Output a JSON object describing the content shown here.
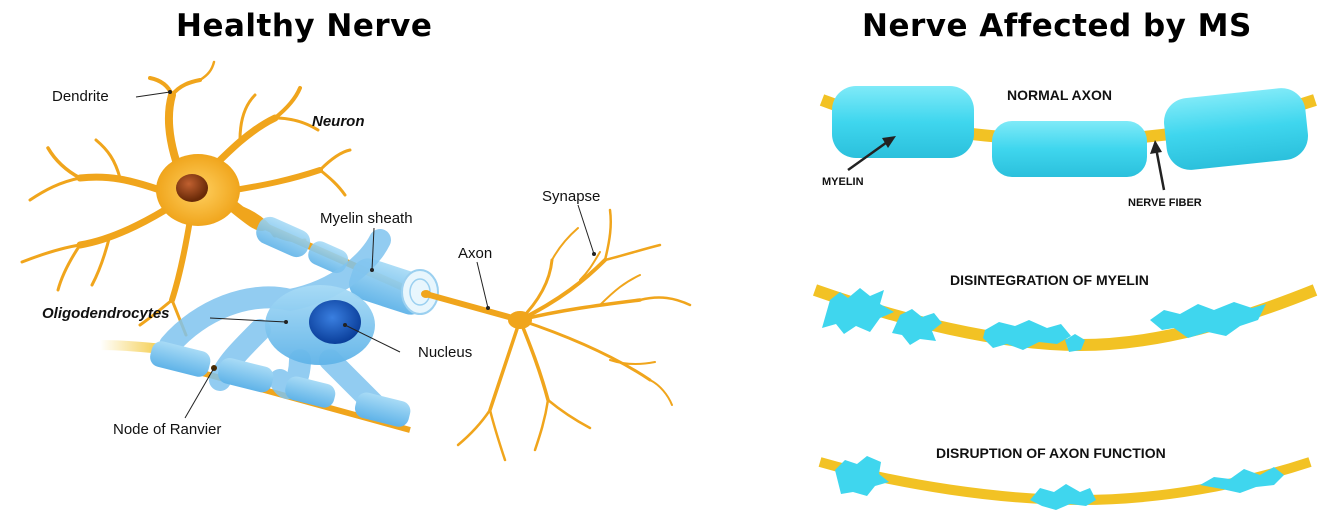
{
  "left_panel": {
    "title": "Healthy  Nerve",
    "labels": {
      "dendrite": "Dendrite",
      "neuron": "Neuron",
      "myelin_sheath": "Myelin sheath",
      "synapse": "Synapse",
      "axon": "Axon",
      "oligodendrocytes": "Oligodendrocytes",
      "nucleus": "Nucleus",
      "node_of_ranvier": "Node of Ranvier"
    }
  },
  "right_panel": {
    "title": "Nerve Affected by MS",
    "normal_axon": {
      "caption": "NORMAL AXON",
      "myelin_label": "MYELIN",
      "nerve_fiber_label": "NERVE FIBER"
    },
    "disintegration": {
      "caption": "DISINTEGRATION OF MYELIN"
    },
    "disruption": {
      "caption": "DISRUPTION OF AXON FUNCTION"
    }
  },
  "colors": {
    "neuron_orange": "#F0A51C",
    "nucleus_brown": "#8B3A10",
    "myelin_cyan": "#3FD6EE",
    "oligo_blue": "#6EC3F2",
    "fiber_yellow": "#F2C224"
  }
}
